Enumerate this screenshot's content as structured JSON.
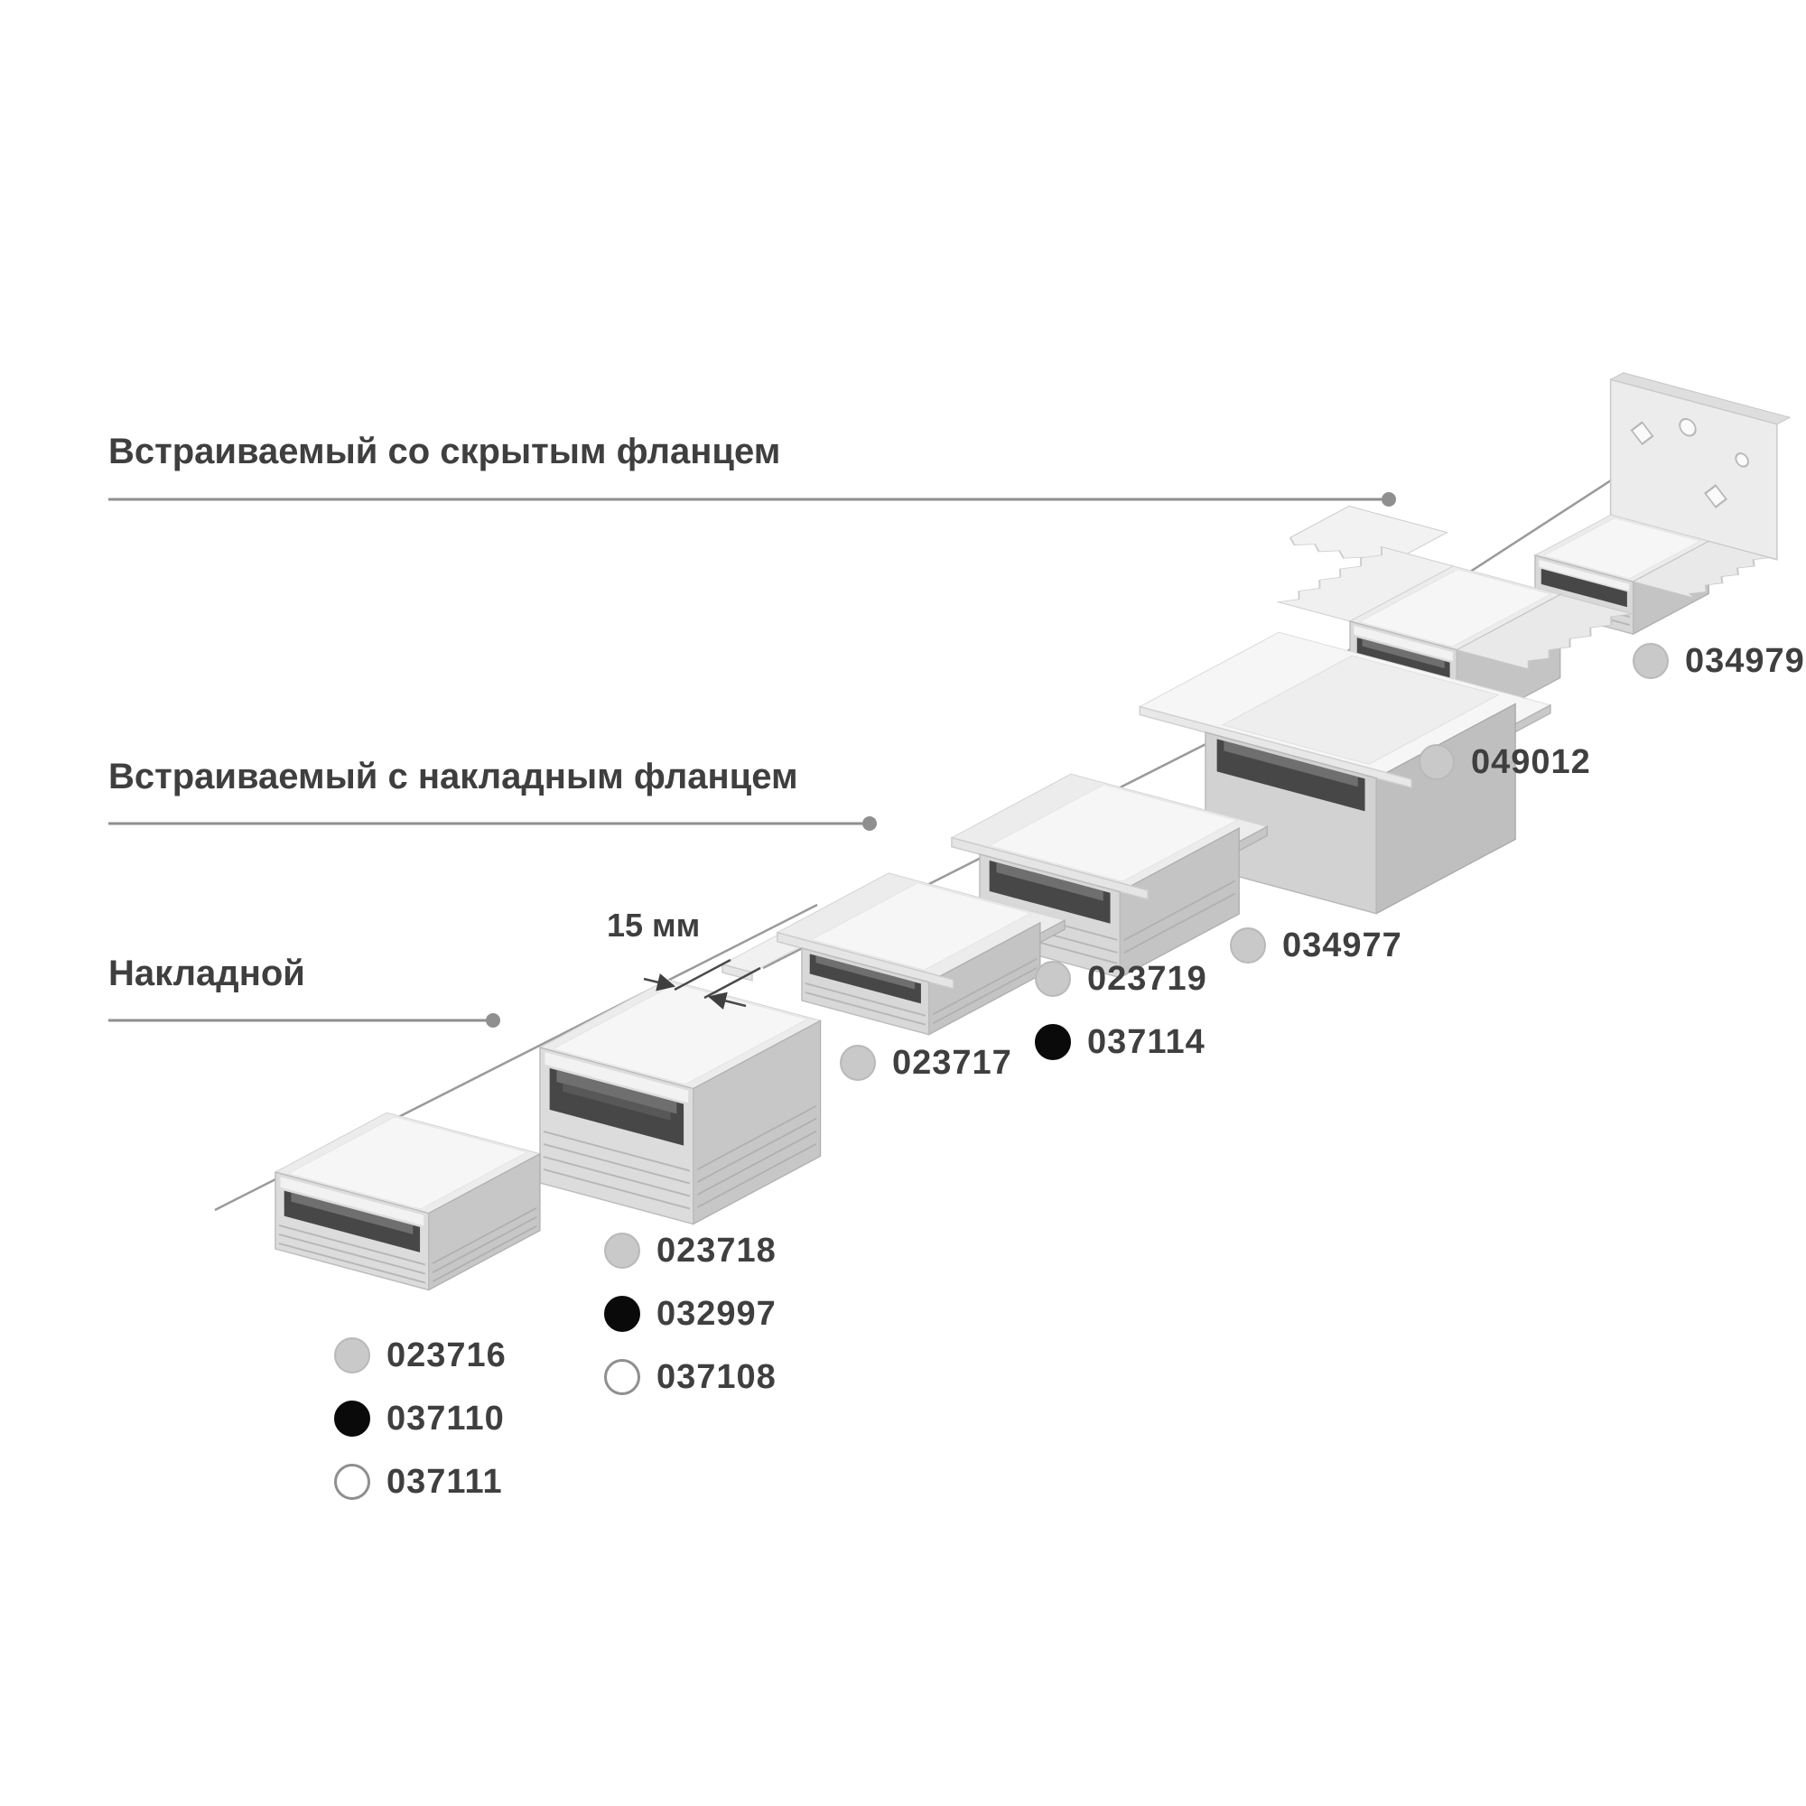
{
  "page": {
    "background": "#ffffff"
  },
  "colors": {
    "text": "#3f3f3f",
    "leader_line": "#8f8f8f",
    "axis_line": "#9a9a9a",
    "swatch_gray": "#c9c9c9",
    "swatch_black": "#0a0a0a",
    "swatch_white": "#ffffff"
  },
  "categories": [
    {
      "id": "hidden-flange",
      "label": "Встраиваемый со скрытым фланцем"
    },
    {
      "id": "surface-flange",
      "label": "Встраиваемый с накладным фланцем"
    },
    {
      "id": "surface",
      "label": "Накладной"
    }
  ],
  "dimension_label": "15 мм",
  "groups": [
    {
      "profile": "surface-low",
      "codes": [
        {
          "code": "023716",
          "swatch": "gray"
        },
        {
          "code": "037110",
          "swatch": "black"
        },
        {
          "code": "037111",
          "swatch": "white"
        }
      ]
    },
    {
      "profile": "surface-tall",
      "codes": [
        {
          "code": "023718",
          "swatch": "gray"
        },
        {
          "code": "032997",
          "swatch": "black"
        },
        {
          "code": "037108",
          "swatch": "white"
        }
      ]
    },
    {
      "profile": "recessed-low",
      "codes": [
        {
          "code": "023717",
          "swatch": "gray"
        }
      ]
    },
    {
      "profile": "recessed-tall",
      "codes": [
        {
          "code": "023719",
          "swatch": "gray"
        },
        {
          "code": "037114",
          "swatch": "black"
        }
      ]
    },
    {
      "profile": "recessed-deep",
      "codes": [
        {
          "code": "034977",
          "swatch": "gray"
        }
      ]
    },
    {
      "profile": "hidden-flange",
      "codes": [
        {
          "code": "049012",
          "swatch": "gray"
        }
      ]
    },
    {
      "profile": "hidden-flange-corner",
      "codes": [
        {
          "code": "034979",
          "swatch": "gray"
        }
      ]
    }
  ]
}
